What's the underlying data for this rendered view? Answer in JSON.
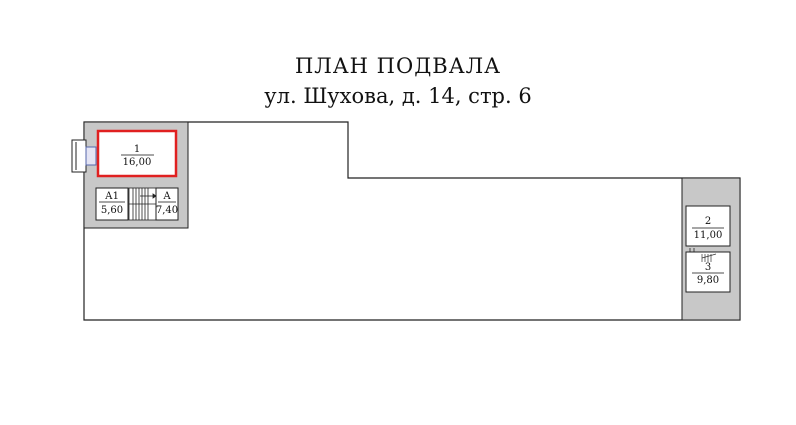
{
  "plan": {
    "title": "ПЛАН  ПОДВАЛА",
    "address": "ул. Шухова, д. 14, стр. 6"
  },
  "rooms": {
    "room1": {
      "number": "1",
      "area": "16,00",
      "highlight_color": "#e02020"
    },
    "roomA1": {
      "number": "А1",
      "area": "5,60"
    },
    "roomA": {
      "number": "А",
      "area": "7,40"
    },
    "room2": {
      "number": "2",
      "area": "11,00"
    },
    "room3": {
      "number": "3",
      "area": "9,80"
    }
  },
  "colors": {
    "wall": "#c8c8c8",
    "line": "#222222",
    "room_fill": "#ffffff"
  }
}
